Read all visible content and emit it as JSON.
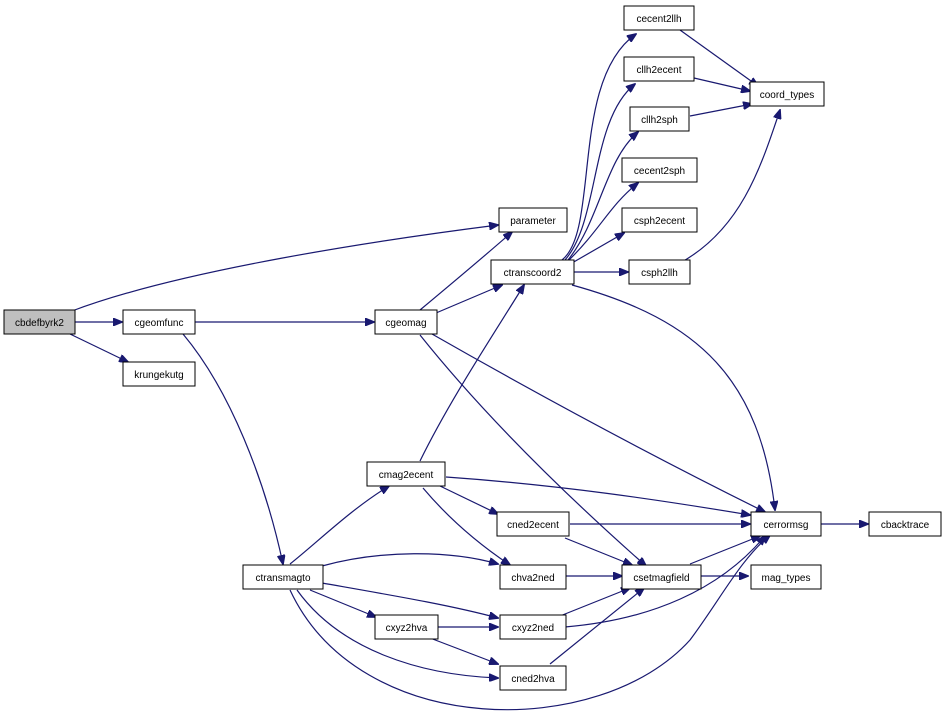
{
  "colors": {
    "edge": "#191970",
    "node_fill": "#ffffff",
    "root_fill": "#bfbfbf"
  },
  "nodes": {
    "cbdefbyrk2": "cbdefbyrk2",
    "cgeomfunc": "cgeomfunc",
    "krungekutg": "krungekutg",
    "cgeomag": "cgeomag",
    "parameter": "parameter",
    "ctranscoord2": "ctranscoord2",
    "cecent2llh": "cecent2llh",
    "cllh2ecent": "cllh2ecent",
    "cllh2sph": "cllh2sph",
    "cecent2sph": "cecent2sph",
    "csph2ecent": "csph2ecent",
    "csph2llh": "csph2llh",
    "coord_types": "coord_types",
    "cmag2ecent": "cmag2ecent",
    "ctransmagto": "ctransmagto",
    "cned2ecent": "cned2ecent",
    "chva2ned": "chva2ned",
    "cxyz2hva": "cxyz2hva",
    "cxyz2ned": "cxyz2ned",
    "cned2hva": "cned2hva",
    "csetmagfield": "csetmagfield",
    "cerrormsg": "cerrormsg",
    "mag_types": "mag_types",
    "cbacktrace": "cbacktrace"
  }
}
